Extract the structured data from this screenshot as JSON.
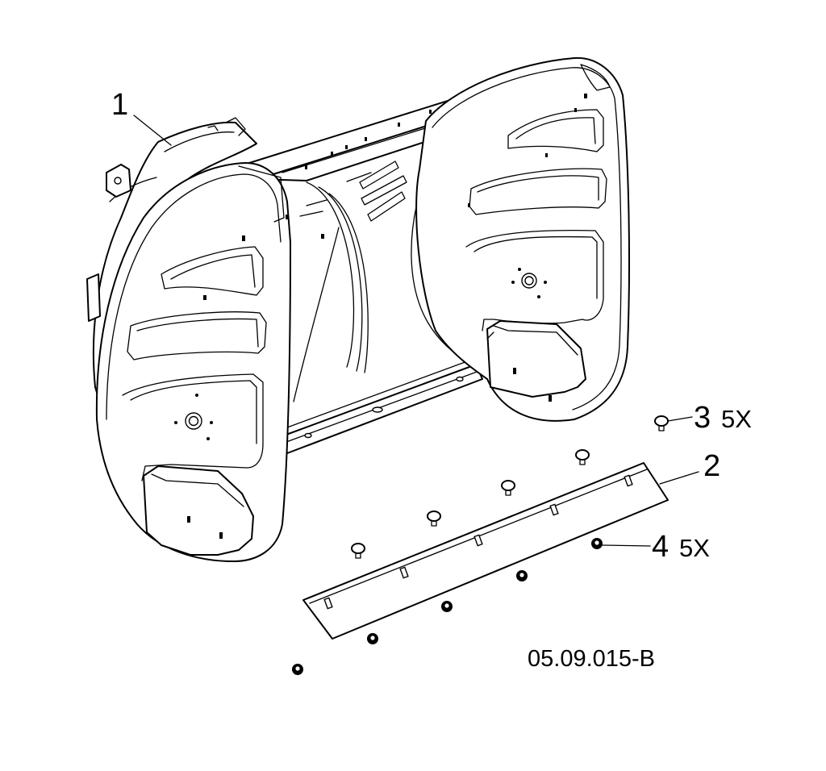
{
  "callouts": [
    {
      "number": "1",
      "qty": ""
    },
    {
      "number": "2",
      "qty": ""
    },
    {
      "number": "3",
      "qty": "5X"
    },
    {
      "number": "4",
      "qty": "5X"
    }
  ],
  "drawing_ref": "05.09.015-B"
}
